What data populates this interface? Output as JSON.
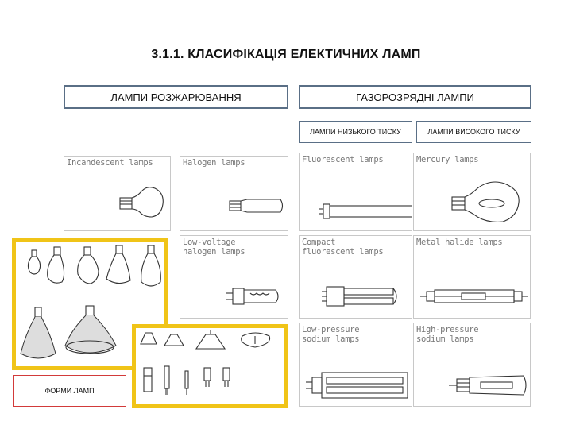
{
  "title": "3.1.1. КЛАСИФІКАЦІЯ ЕЛЕКТИЧНИХ ЛАМП",
  "categories": {
    "incandescent": "ЛАМПИ РОЗЖАРЮВАННЯ",
    "discharge": "ГАЗОРОЗРЯДНІ ЛАМПИ"
  },
  "subcategories": {
    "low_pressure": "ЛАМПИ НИЗЬКОГО ТИСКУ",
    "high_pressure": "ЛАМПИ ВИСОКОГО ТИСКУ"
  },
  "panels": {
    "incandescent": "Incandescent lamps",
    "halogen": "Halogen lamps",
    "low_voltage_halogen": "Low-voltage\nhalogen lamps",
    "fluorescent": "Fluorescent lamps",
    "mercury": "Mercury lamps",
    "compact_fluorescent": "Compact\nfluorescent lamps",
    "metal_halide": "Metal halide lamps",
    "low_pressure_sodium": "Low-pressure\nsodium lamps",
    "high_pressure_sodium": "High-pressure\nsodium lamps"
  },
  "lamp_forms_label": "ФОРМИ ЛАМП",
  "colors": {
    "box_border": "#5a6f86",
    "highlight": "#f0c418",
    "forms_border": "#d23a3a"
  }
}
